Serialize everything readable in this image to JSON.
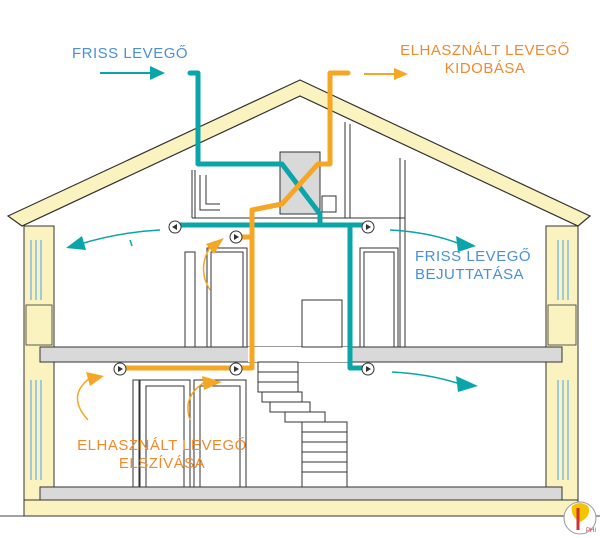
{
  "labels": {
    "fresh_air": "FRISS LEVEGŐ",
    "exhaust_line1": "ELHASZNÁLT LEVEGŐ",
    "exhaust_line2": "KIDOBÁSA",
    "supply_line1": "FRISS LEVEGŐ",
    "supply_line2": "BEJUTTATÁSA",
    "extract_line1": "ELHASZNÁLT LEVEGŐ",
    "extract_line2": "ELSZÍVÁSA",
    "logo_text": "PHI"
  },
  "colors": {
    "fresh": "#0aa5a8",
    "exhaust": "#f5a623",
    "fresh_text": "#4a8fd8",
    "exhaust_text": "#f08a2c",
    "wall_fill": "#faf3c0",
    "floor_fill": "#d9d9d9",
    "line": "#333333"
  }
}
